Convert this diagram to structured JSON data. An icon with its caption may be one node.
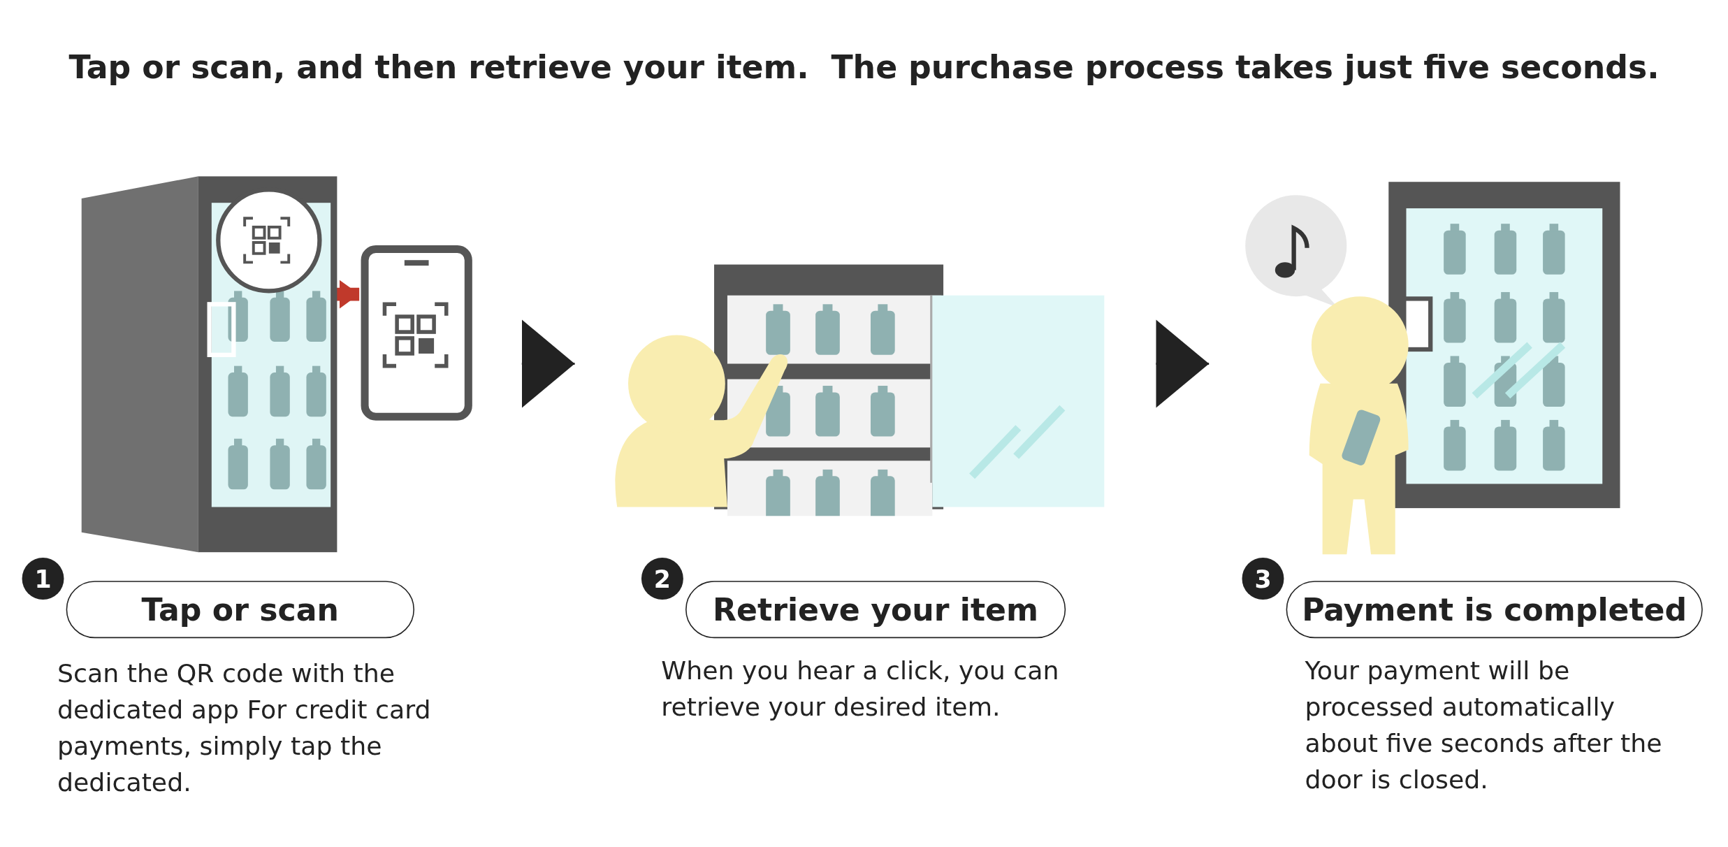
{
  "diagram": {
    "title": "Tap or scan, and then retrieve your item.  The purchase process takes just five seconds.",
    "nodes": [
      {
        "text": [],
        "shape": "picture"
      },
      {
        "text": [],
        "shape": "picture"
      },
      {
        "text": [
          "Tap or scan"
        ],
        "beside": [
          "1",
          "Scan the QR code with the dedicated app For credit card payments, simply tap the dedicated."
        ]
      },
      {
        "text": [],
        "shape": "picture"
      },
      {
        "text": [
          "Retrieve your item"
        ],
        "beside": [
          "2",
          "When you hear a click, you can retrieve your desired item."
        ]
      },
      {
        "text": [],
        "shape": "picture"
      },
      {
        "text": [
          "Payment is completed"
        ],
        "beside": [
          "3",
          "Your payment will be processed automatically about five seconds after the door is closed."
        ]
      }
    ],
    "edges": [
      {
        "from": 0,
        "to": 1,
        "arrow": "to",
        "style": "thick",
        "color": "#c0392b"
      },
      {
        "from": 1,
        "to": 3,
        "arrow": "to"
      },
      {
        "from": 3,
        "to": 5,
        "arrow": "to"
      }
    ]
  }
}
